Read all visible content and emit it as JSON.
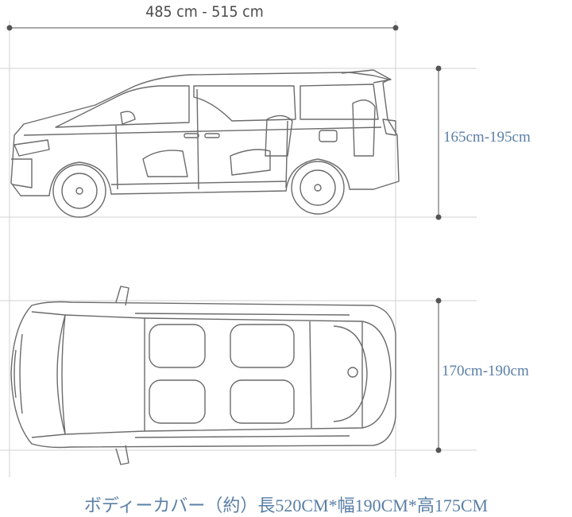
{
  "dimensions": {
    "length_label": "485 cm - 515 cm",
    "height_label": "165cm-195cm",
    "width_label": "170cm-190cm"
  },
  "caption": "ボディーカバー（約）長520CM*幅190CM*高175CM",
  "colors": {
    "line": "#6b6b6b",
    "guide": "#d0d0d0",
    "label_blue": "#5a7fa6"
  }
}
